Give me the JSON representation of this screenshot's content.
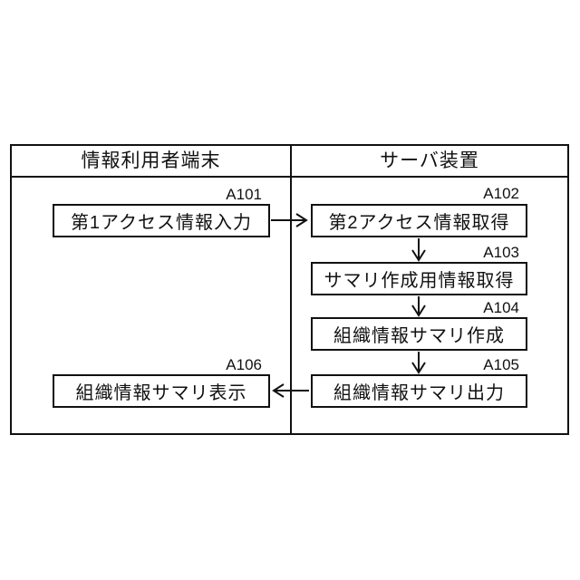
{
  "figure": {
    "background_color": "#ffffff",
    "line_color": "#111111",
    "columns": [
      {
        "id": "terminal",
        "label": "情報利用者端末"
      },
      {
        "id": "server",
        "label": "サーバ装置"
      }
    ],
    "steps": [
      {
        "id": "A101",
        "label": "第1アクセス情報入力",
        "column": "terminal"
      },
      {
        "id": "A102",
        "label": "第2アクセス情報取得",
        "column": "server"
      },
      {
        "id": "A103",
        "label": "サマリ作成用情報取得",
        "column": "server"
      },
      {
        "id": "A104",
        "label": "組織情報サマリ作成",
        "column": "server"
      },
      {
        "id": "A105",
        "label": "組織情報サマリ出力",
        "column": "server"
      },
      {
        "id": "A106",
        "label": "組織情報サマリ表示",
        "column": "terminal"
      }
    ],
    "flows": [
      {
        "from": "A101",
        "to": "A102",
        "direction": "right"
      },
      {
        "from": "A102",
        "to": "A103",
        "direction": "down"
      },
      {
        "from": "A103",
        "to": "A104",
        "direction": "down"
      },
      {
        "from": "A104",
        "to": "A105",
        "direction": "down"
      },
      {
        "from": "A105",
        "to": "A106",
        "direction": "left"
      }
    ]
  }
}
